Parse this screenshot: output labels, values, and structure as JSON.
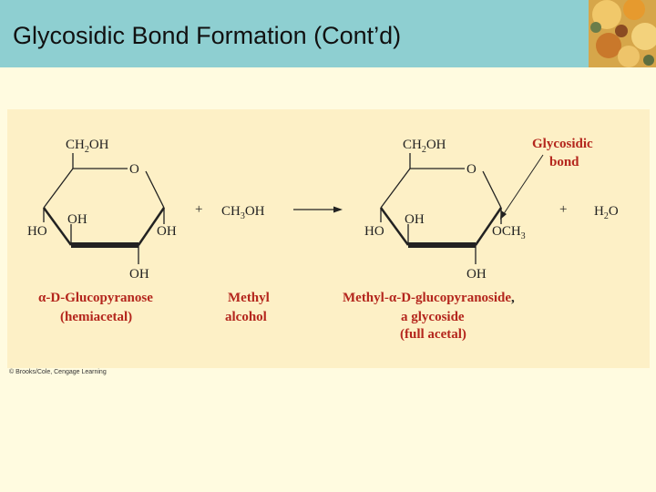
{
  "slide": {
    "title": "Glycosidic Bond Formation (Cont’d)",
    "credit": "© Brooks/Cole, Cengage Learning"
  },
  "reactant": {
    "ch2oh_main": "CH",
    "ch2oh_sub": "2",
    "ch2oh_end": "OH",
    "ring_o": "O",
    "oh_left": "OH",
    "ho": "HO",
    "oh_right": "OH",
    "oh_bottom": "OH",
    "name_prefix": "α-D-",
    "name": "Glucopyranose",
    "name_line2": "(hemiacetal)"
  },
  "plus1": "+",
  "methanol": {
    "main": "CH",
    "sub": "3",
    "end": "OH",
    "label1": "Methyl",
    "label2": "alcohol"
  },
  "product": {
    "ch2oh_main": "CH",
    "ch2oh_sub": "2",
    "ch2oh_end": "OH",
    "ring_o": "O",
    "oh_left": "OH",
    "ho": "HO",
    "och3_main": "OCH",
    "och3_sub": "3",
    "oh_bottom": "OH",
    "glycosidic1": "Glycosidic",
    "glycosidic2": "bond",
    "name_a": "Methyl-",
    "name_b": "α-D-",
    "name_c": "glucopyranoside",
    "name_comma": ",",
    "name_line2": "a glycoside",
    "name_line3": "(full acetal)"
  },
  "plus2": "+",
  "water": {
    "main": "H",
    "sub": "2",
    "end": "O"
  },
  "colors": {
    "header": "#8ecfd1",
    "background": "#fffbe0",
    "panel": "#fdf0c6",
    "caption": "#b4261d"
  }
}
